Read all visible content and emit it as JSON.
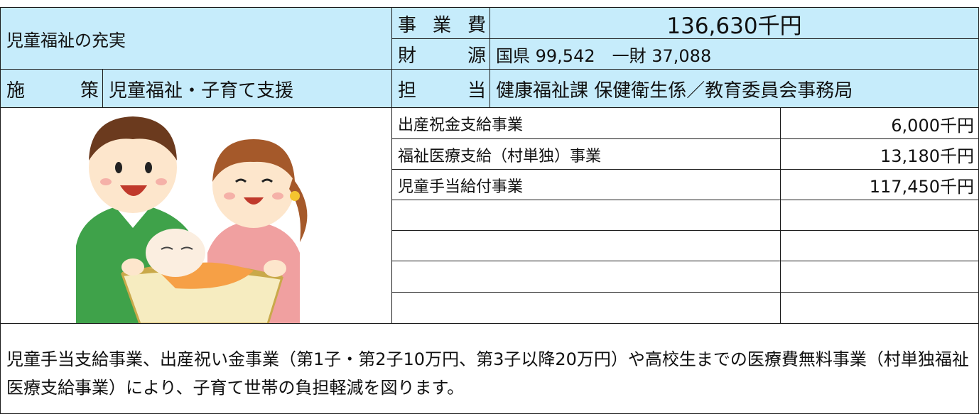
{
  "header": {
    "title": "児童福祉の充実",
    "cost_label_chars": [
      "事",
      "業",
      "費"
    ],
    "cost_value": "136,630千円",
    "source_label_chars": [
      "財",
      "源"
    ],
    "source_value": "国県 99,542　一財 37,088"
  },
  "policy": {
    "label_chars": [
      "施",
      "策"
    ],
    "value": "児童福祉・子育て支援",
    "charge_label_chars": [
      "担",
      "当"
    ],
    "charge_value": "健康福祉課 保健衛生係／教育委員会事務局"
  },
  "illustration": {
    "icon": "family-with-baby-illustration"
  },
  "projects": [
    {
      "name": "出産祝金支給事業",
      "amount": "6,000千円"
    },
    {
      "name": "福祉医療支給（村単独）事業",
      "amount": "13,180千円"
    },
    {
      "name": "児童手当給付事業",
      "amount": "117,450千円"
    },
    {
      "name": "",
      "amount": ""
    },
    {
      "name": "",
      "amount": ""
    },
    {
      "name": "",
      "amount": ""
    },
    {
      "name": "",
      "amount": ""
    }
  ],
  "description": "児童手当支給事業、出産祝い金事業（第1子・第2子10万円、第3子以降20万円）や高校生までの医療費無料事業（村単独福祉医療支給事業）により、子育て世帯の負担軽減を図ります。",
  "colors": {
    "header_bg": "#c6ecfb",
    "border": "#1a1a1a"
  }
}
